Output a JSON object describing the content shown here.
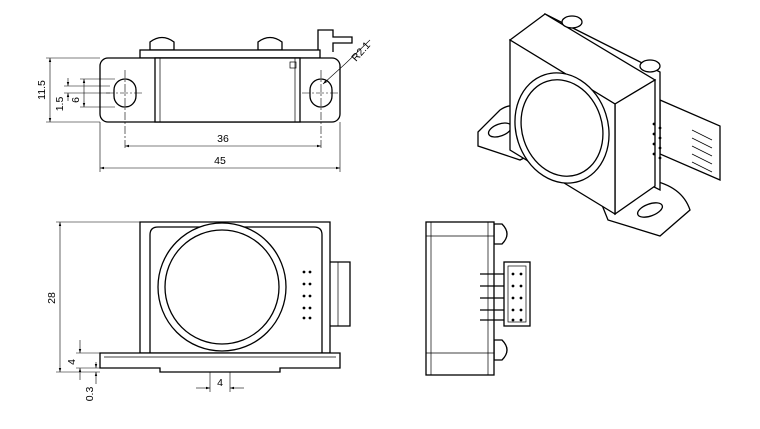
{
  "dimensions": {
    "radius": "R2.1",
    "height_ears": "11.5",
    "hole_offset": "1.5",
    "hole_height": "6",
    "hole_spacing": "36",
    "overall_length": "45",
    "overall_height": "28",
    "base_thickness": "4",
    "base_gap": "0.3",
    "slot_width": "4"
  }
}
